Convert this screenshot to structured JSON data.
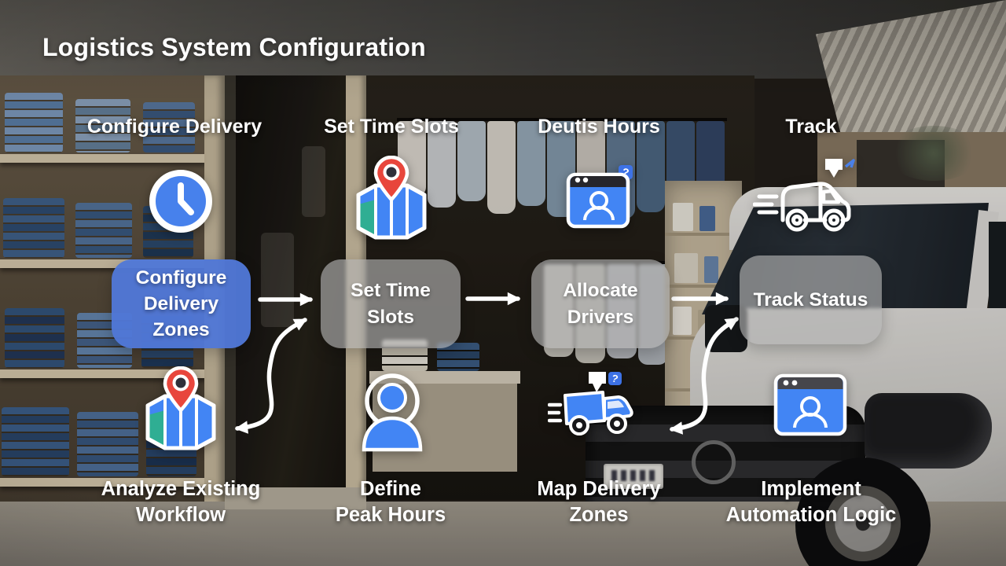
{
  "title": "Logistics System Configuration",
  "columns": [
    {
      "top_label": "Configure Delivery",
      "top_icon": "clock-icon",
      "button_label": "Configure\nDelivery\nZones",
      "button_style": "primary",
      "bottom_icon": "map-location-pin-icon",
      "bottom_label": "Analyze Existing\nWorkflow"
    },
    {
      "top_label": "Set Time Slots",
      "top_icon": "map-location-pin-icon",
      "button_label": "Set Time\nSlots",
      "button_style": "secondary",
      "bottom_icon": "user-person-icon",
      "bottom_label": "Define\nPeak Hours"
    },
    {
      "top_label": "Deutis Hours",
      "top_icon": "browser-user-icon",
      "button_label": "Allocate\nDrivers",
      "button_style": "secondary",
      "bottom_icon": "delivery-truck-icon",
      "bottom_label": "Map Delivery\nZones"
    },
    {
      "top_label": "Track",
      "top_icon": "van-outline-icon",
      "button_label": "Track Status",
      "button_style": "secondary",
      "bottom_icon": "browser-user-icon",
      "bottom_label": "Implement\nAutomation Logic"
    }
  ],
  "colors": {
    "primary_button_blue": "#5078d6",
    "secondary_button_gray": "#b4b4b4",
    "icon_blue": "#4285f4",
    "pin_red": "#e8463c",
    "map_teal": "#2fae93",
    "text": "#ffffff"
  }
}
